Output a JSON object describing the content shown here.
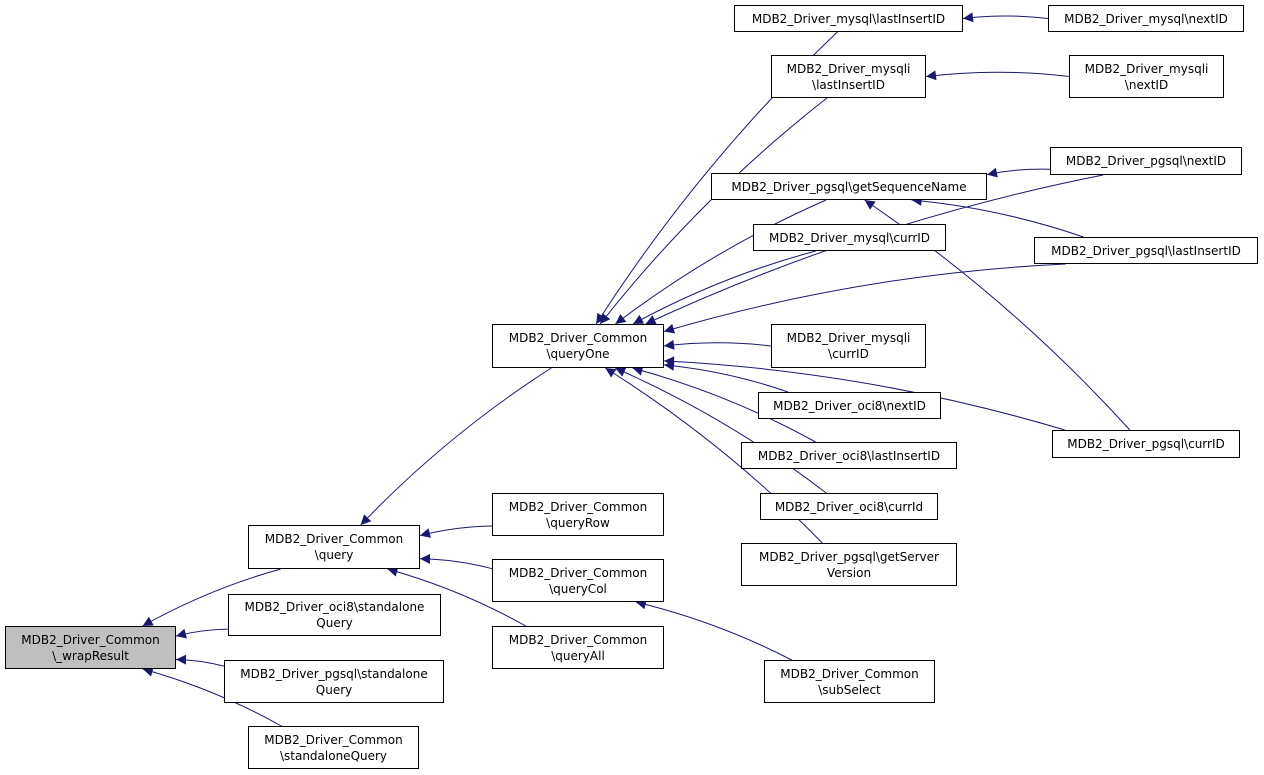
{
  "colors": {
    "edge": "#191970",
    "node_border": "#000000",
    "root_fill": "#bfbfbf",
    "node_fill": "#ffffff"
  },
  "nodes": {
    "wrapResult": [
      "MDB2_Driver_Common",
      "\\_wrapResult"
    ],
    "query": [
      "MDB2_Driver_Common",
      "\\query"
    ],
    "oci8StandaloneQuery": [
      "MDB2_Driver_oci8\\standalone",
      "Query"
    ],
    "pgsqlStandaloneQuery": [
      "MDB2_Driver_pgsql\\standalone",
      "Query"
    ],
    "commonStandaloneQuery": [
      "MDB2_Driver_Common",
      "\\standaloneQuery"
    ],
    "queryOne": [
      "MDB2_Driver_Common",
      "\\queryOne"
    ],
    "queryRow": [
      "MDB2_Driver_Common",
      "\\queryRow"
    ],
    "queryCol": [
      "MDB2_Driver_Common",
      "\\queryCol"
    ],
    "queryAll": [
      "MDB2_Driver_Common",
      "\\queryAll"
    ],
    "mysqlLastInsertID": [
      "MDB2_Driver_mysql\\lastInsertID"
    ],
    "mysqliLastInsertID": [
      "MDB2_Driver_mysqli",
      "\\lastInsertID"
    ],
    "pgsqlGetSequenceName": [
      "MDB2_Driver_pgsql\\getSequenceName"
    ],
    "mysqlCurrID": [
      "MDB2_Driver_mysql\\currID"
    ],
    "mysqliCurrID": [
      "MDB2_Driver_mysqli",
      "\\currID"
    ],
    "oci8NextID": [
      "MDB2_Driver_oci8\\nextID"
    ],
    "oci8LastInsertID": [
      "MDB2_Driver_oci8\\lastInsertID"
    ],
    "oci8CurrId": [
      "MDB2_Driver_oci8\\currId"
    ],
    "pgsqlGetServerVersion": [
      "MDB2_Driver_pgsql\\getServer",
      "Version"
    ],
    "subSelect": [
      "MDB2_Driver_Common",
      "\\subSelect"
    ],
    "mysqlNextID": [
      "MDB2_Driver_mysql\\nextID"
    ],
    "mysqliNextID": [
      "MDB2_Driver_mysqli",
      "\\nextID"
    ],
    "pgsqlNextID": [
      "MDB2_Driver_pgsql\\nextID"
    ],
    "pgsqlLastInsertID": [
      "MDB2_Driver_pgsql\\lastInsertID"
    ],
    "pgsqlCurrID": [
      "MDB2_Driver_pgsql\\currID"
    ]
  },
  "edges": [
    [
      "query",
      "wrapResult"
    ],
    [
      "oci8StandaloneQuery",
      "wrapResult"
    ],
    [
      "pgsqlStandaloneQuery",
      "wrapResult"
    ],
    [
      "commonStandaloneQuery",
      "wrapResult"
    ],
    [
      "queryOne",
      "query"
    ],
    [
      "queryRow",
      "query"
    ],
    [
      "queryCol",
      "query"
    ],
    [
      "queryAll",
      "query"
    ],
    [
      "mysqlLastInsertID",
      "queryOne"
    ],
    [
      "mysqliLastInsertID",
      "queryOne"
    ],
    [
      "pgsqlNextID",
      "queryOne"
    ],
    [
      "pgsqlGetSequenceName",
      "queryOne"
    ],
    [
      "mysqlCurrID",
      "queryOne"
    ],
    [
      "pgsqlLastInsertID",
      "queryOne"
    ],
    [
      "mysqliCurrID",
      "queryOne"
    ],
    [
      "oci8NextID",
      "queryOne"
    ],
    [
      "oci8LastInsertID",
      "queryOne"
    ],
    [
      "oci8CurrId",
      "queryOne"
    ],
    [
      "pgsqlGetServerVersion",
      "queryOne"
    ],
    [
      "pgsqlCurrID",
      "queryOne"
    ],
    [
      "subSelect",
      "queryCol"
    ],
    [
      "mysqlNextID",
      "mysqlLastInsertID"
    ],
    [
      "mysqliNextID",
      "mysqliLastInsertID"
    ],
    [
      "pgsqlNextID",
      "pgsqlGetSequenceName"
    ],
    [
      "pgsqlLastInsertID",
      "pgsqlGetSequenceName"
    ],
    [
      "pgsqlCurrID",
      "pgsqlGetSequenceName"
    ]
  ]
}
